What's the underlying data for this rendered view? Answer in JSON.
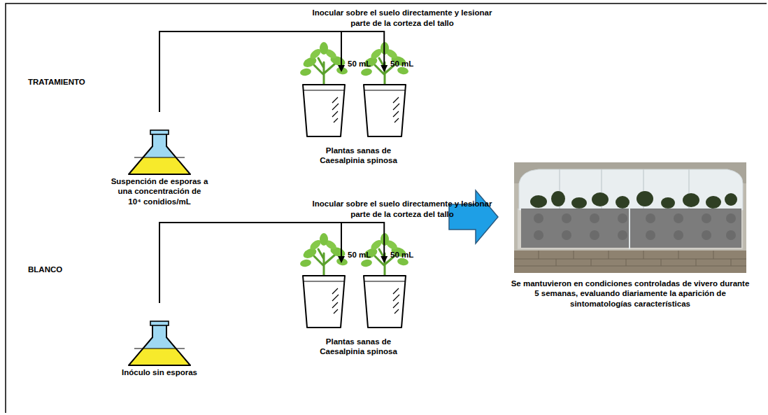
{
  "diagram": {
    "nodes": [
      {
        "text": [
          "Suspención de esporas a una concentración de 10⁴ conidios/mL"
        ]
      },
      {
        "text": [
          "Plantas sanas de Caesalpinia spinosa"
        ]
      },
      {
        "text": [
          "Inóculo sin esporas"
        ]
      },
      {
        "text": [
          "Plantas sanas de Caesalpinia spinosa"
        ]
      },
      {
        "text": [
          "Se mantuvieron en condiciones controladas de vivero durante 5 semanas, evaluando diariamente la aparición de sintomatologías características"
        ]
      }
    ],
    "edges": [
      {
        "from": 0,
        "to": 1,
        "arrow": "to",
        "label": "Inocular sobre el suelo directamente y lesionar parte de la corteza del tallo"
      },
      {
        "from": 2,
        "to": 3,
        "arrow": "to",
        "label": "Inocular sobre el suelo directamente y lesionar parte de la corteza del tallo"
      }
    ],
    "labels": [
      "TRATAMIENTO",
      "50 mL",
      "50 mL",
      "BLANCO",
      "50 mL",
      "50 mL"
    ]
  }
}
